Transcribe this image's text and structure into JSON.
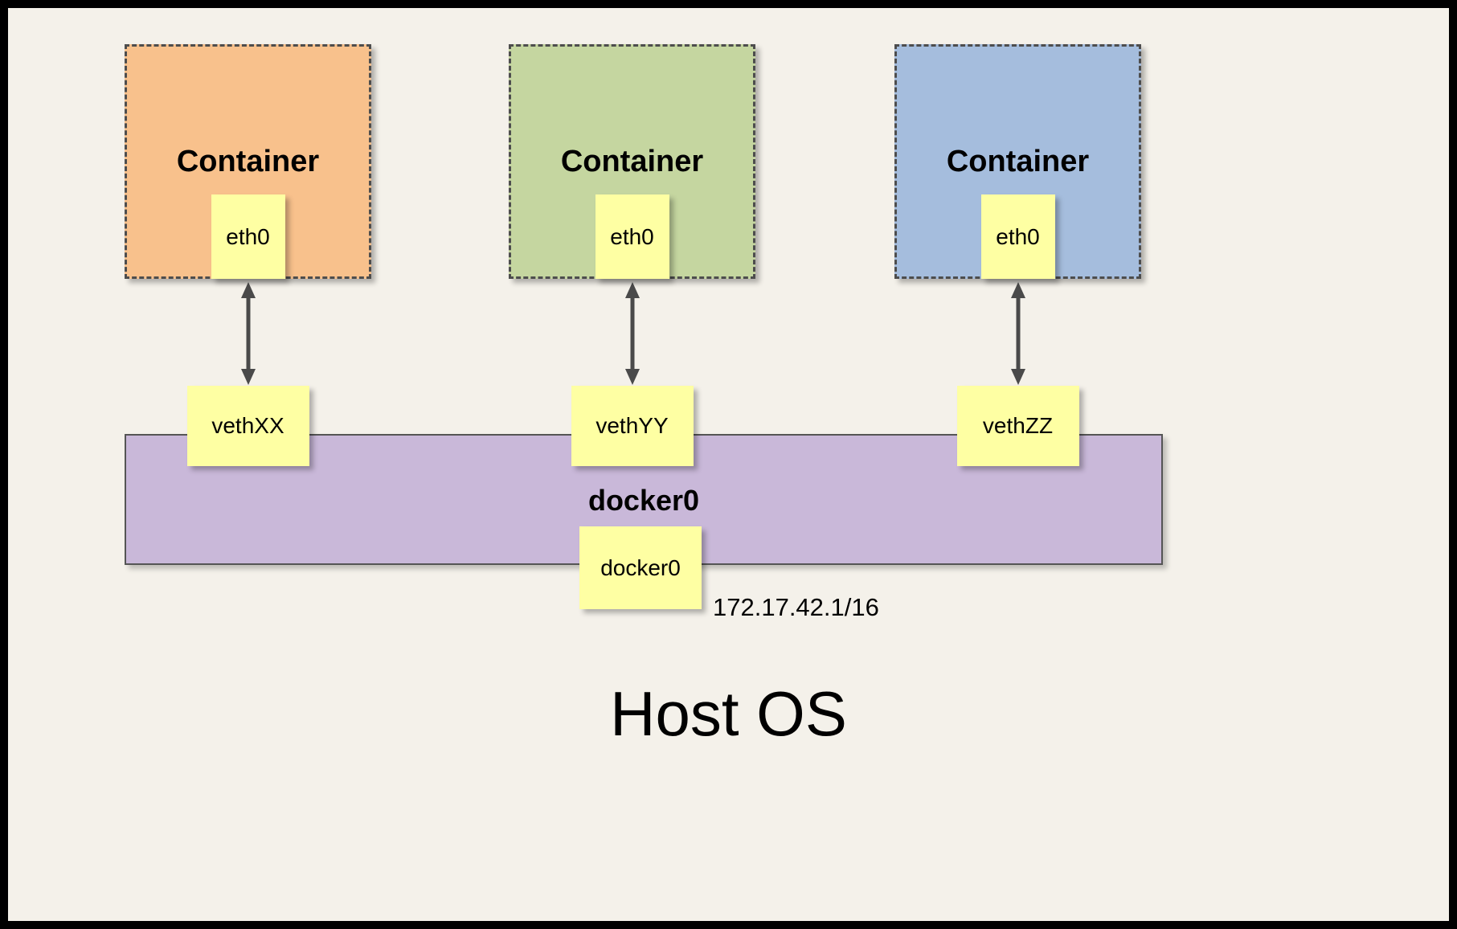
{
  "diagram": {
    "title": "Host OS",
    "containers": [
      {
        "label": "Container",
        "interface": "eth0",
        "veth": "vethXX",
        "color": "#f8c18c"
      },
      {
        "label": "Container",
        "interface": "eth0",
        "veth": "vethYY",
        "color": "#c5d6a0"
      },
      {
        "label": "Container",
        "interface": "eth0",
        "veth": "vethZZ",
        "color": "#a5bddd"
      }
    ],
    "bridge": {
      "label": "docker0",
      "interface_label": "docker0",
      "ip": "172.17.42.1/16",
      "color": "#c9b8d9"
    },
    "colors": {
      "background": "#f4f1ea",
      "note": "#feffa3",
      "frame_border": "#000000",
      "arrow": "#4a4a4a"
    }
  }
}
